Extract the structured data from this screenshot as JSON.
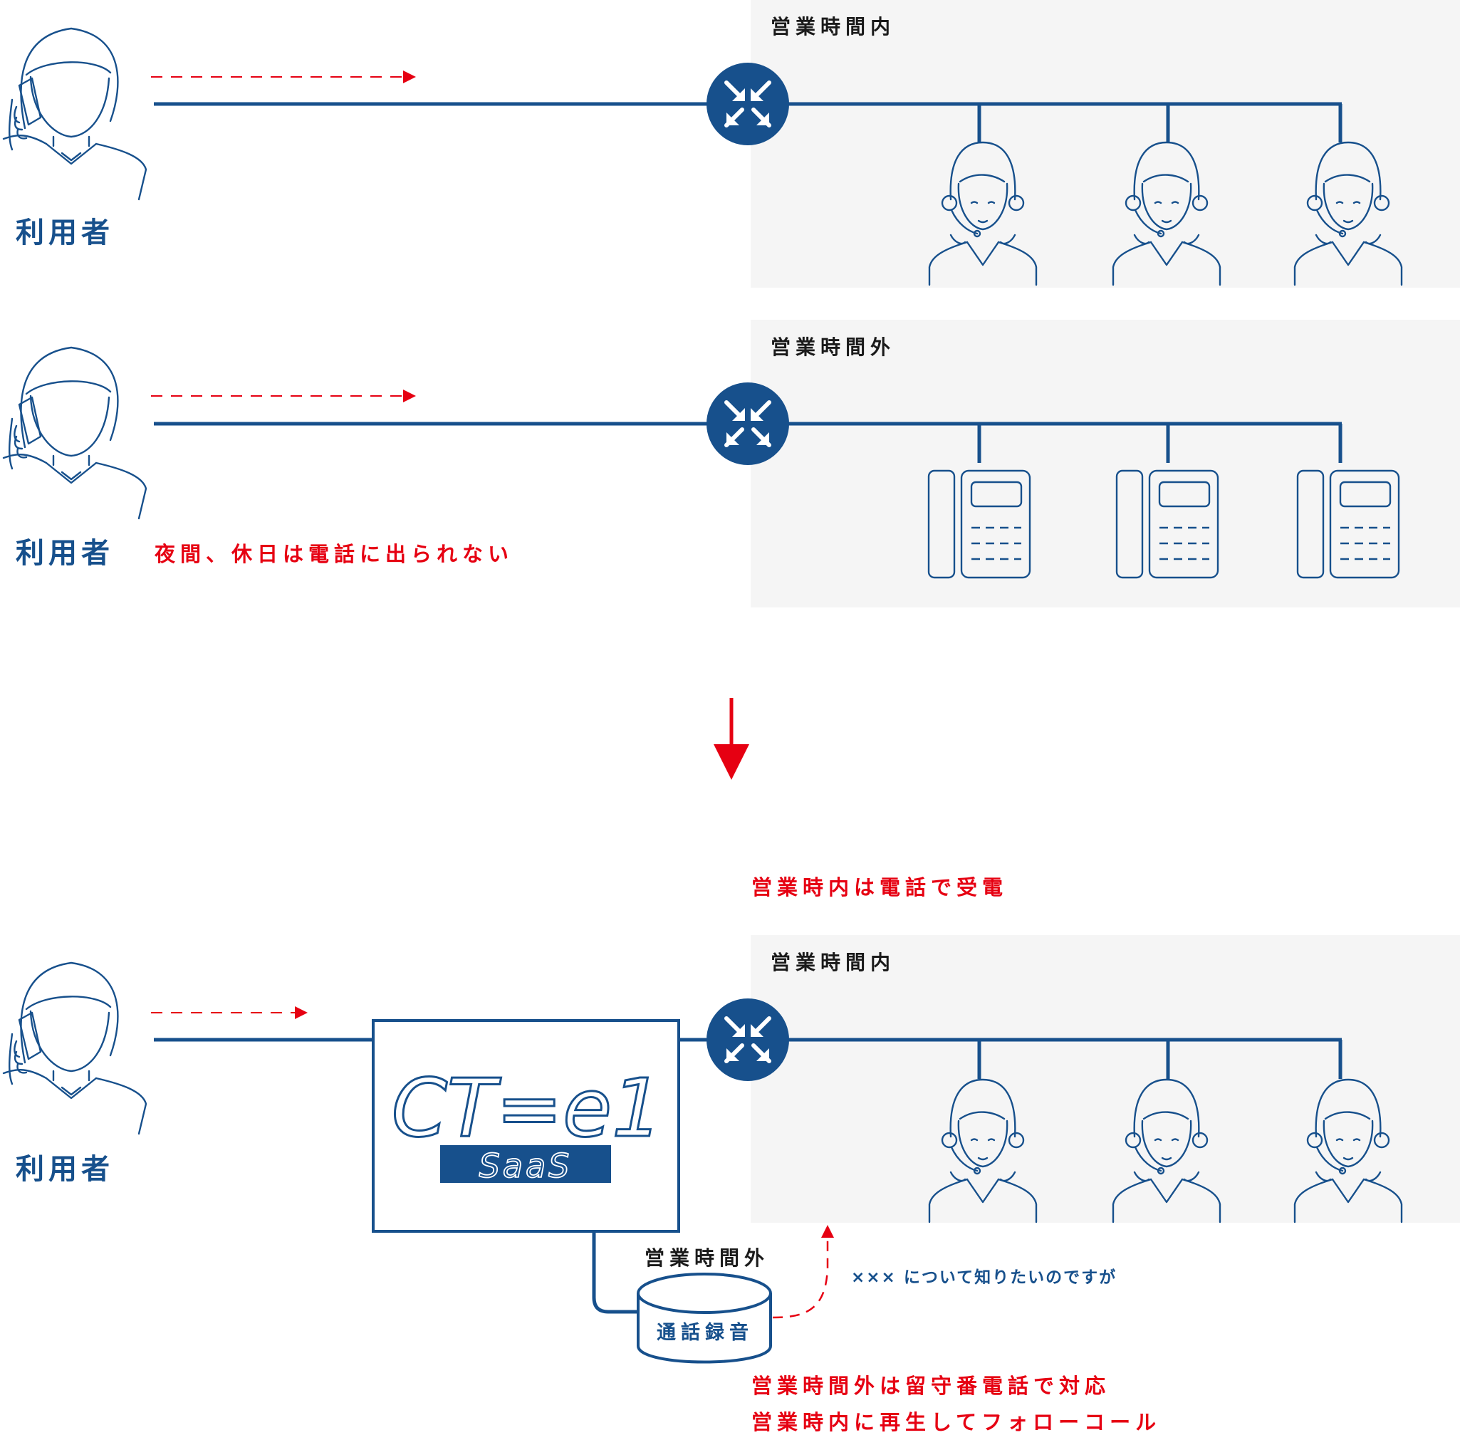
{
  "colors": {
    "navy": "#17508c",
    "red": "#e60012",
    "panel": "#f5f5f5",
    "text": "#1a1a1a"
  },
  "labels": {
    "user": "利用者",
    "in_hours": "営業時間内",
    "out_hours": "営業時間外",
    "cannot_answer": "夜間、休日は電話に出られない",
    "answer_in_hours": "営業時内は電話で受電",
    "product_logo": "CT=e1",
    "product_tag": "SaaS",
    "recording": "通話録音",
    "caller_message": "××× について知りたいのですが",
    "note_line1": "営業時間外は留守番電話で対応",
    "note_line2": "営業時内に再生してフォローコール"
  },
  "icons": {
    "caller": "caller-on-phone-icon",
    "router": "router-icon",
    "operator": "operator-headset-icon",
    "desk_phone": "desk-phone-icon",
    "arrow_down": "arrow-down-icon",
    "database": "database-icon"
  }
}
